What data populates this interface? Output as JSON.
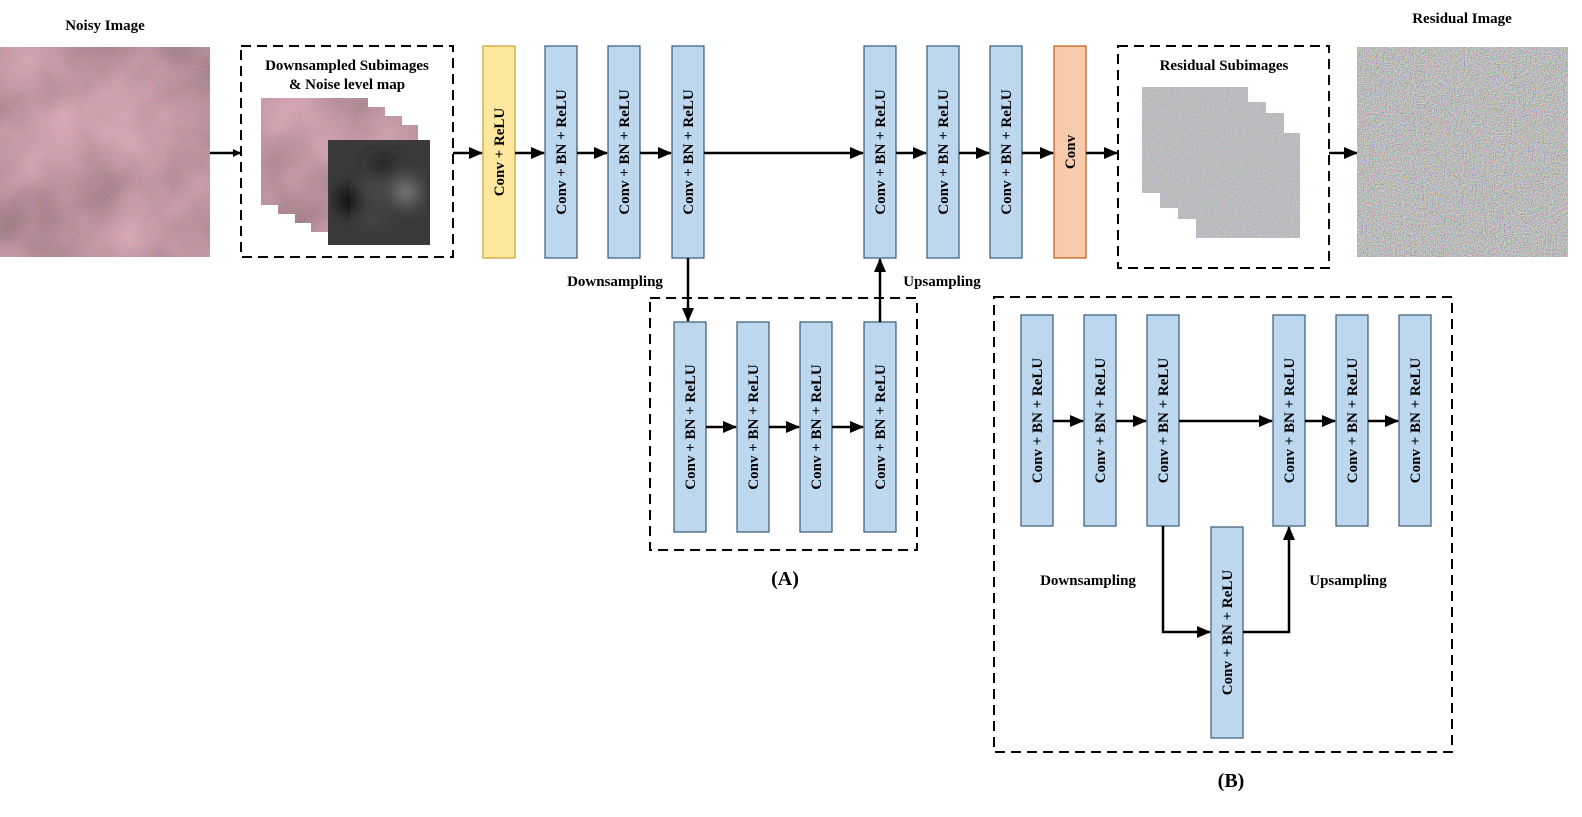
{
  "titles": {
    "noisy_image": "Noisy Image",
    "downsampled_line1": "Downsampled Subimages",
    "downsampled_line2": "& Noise level map",
    "residual_subimages": "Residual Subimages",
    "residual_image": "Residual Image"
  },
  "main_blocks": [
    {
      "label": "Conv + ReLU",
      "type": "conv-relu"
    },
    {
      "label": "Conv + BN + ReLU",
      "type": "conv-bn-relu"
    },
    {
      "label": "Conv + BN + ReLU",
      "type": "conv-bn-relu"
    },
    {
      "label": "Conv + BN + ReLU",
      "type": "conv-bn-relu"
    },
    {
      "label": "Conv + BN + ReLU",
      "type": "conv-bn-relu"
    },
    {
      "label": "Conv + BN + ReLU",
      "type": "conv-bn-relu"
    },
    {
      "label": "Conv + BN + ReLU",
      "type": "conv-bn-relu"
    },
    {
      "label": "Conv",
      "type": "conv"
    }
  ],
  "panel_a": {
    "caption": "(A)",
    "downsampling_label": "Downsampling",
    "upsampling_label": "Upsampling",
    "blocks": [
      "Conv + BN + ReLU",
      "Conv + BN + ReLU",
      "Conv + BN + ReLU",
      "Conv + BN + ReLU"
    ]
  },
  "panel_b": {
    "caption": "(B)",
    "downsampling_label": "Downsampling",
    "upsampling_label": "Upsampling",
    "blocks": [
      "Conv + BN + ReLU",
      "Conv + BN + ReLU",
      "Conv + BN + ReLU",
      "Conv + BN + ReLU",
      "Conv + BN + ReLU",
      "Conv + BN + ReLU",
      "Conv + BN + ReLU"
    ]
  },
  "colors": {
    "conv_relu_fill": "#fee89f",
    "conv_relu_stroke": "#c9a227",
    "conv_bn_relu_fill": "#bdd7ee",
    "conv_bn_relu_stroke": "#3a5a7a",
    "conv_fill": "#f8cbad",
    "conv_stroke": "#c55a11"
  }
}
